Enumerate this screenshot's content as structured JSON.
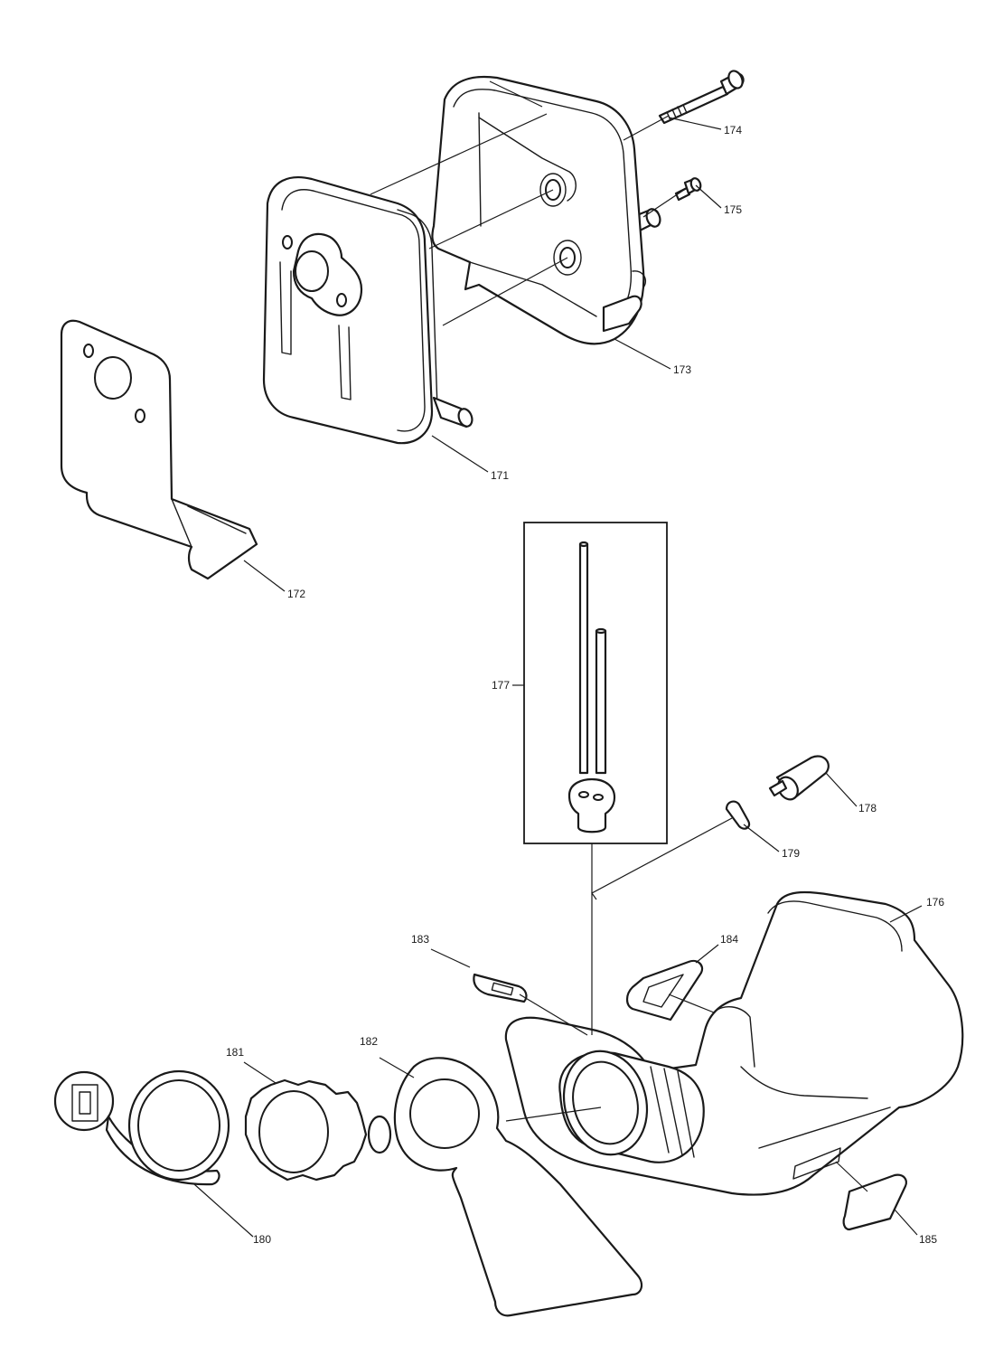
{
  "callouts": {
    "p171": "171",
    "p172": "172",
    "p173": "173",
    "p174": "174",
    "p175": "175",
    "p176": "176",
    "p177": "177",
    "p178": "178",
    "p179": "179",
    "p180": "180",
    "p181": "181",
    "p182": "182",
    "p183": "183",
    "p184": "184",
    "p185": "185"
  }
}
